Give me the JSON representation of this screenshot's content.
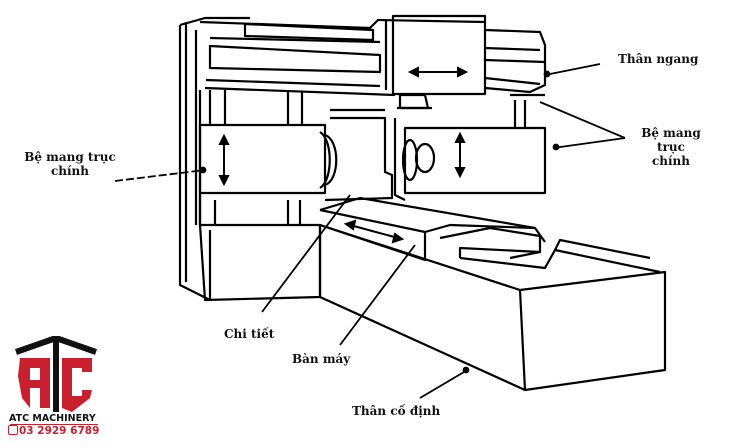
{
  "diagram": {
    "title": "Máy phay giường (sơ đồ kết cấu)",
    "labels": {
      "than_ngang": "Thân ngang",
      "be_mang_truc_left_line1": "Bệ mang trục",
      "be_mang_truc_left_line2": "chính",
      "be_mang_truc_right_line1": "Bệ mang trục",
      "be_mang_truc_right_line2": "chính",
      "chi_tiet": "Chi tiết",
      "ban_may": "Bàn máy",
      "than_co_dinh": "Thân cố định"
    }
  },
  "logo": {
    "letters": "ATC",
    "brand": "ATC MACHINERY",
    "phone": "03 2929 6789",
    "colors": {
      "primary": "#c8202f",
      "dark": "#111111"
    }
  }
}
